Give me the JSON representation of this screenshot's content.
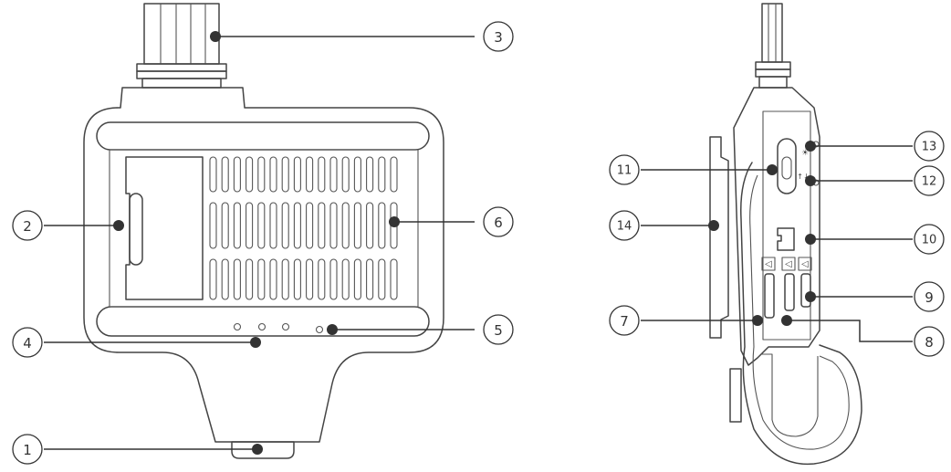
{
  "callouts": [
    {
      "id": "c1",
      "text": "1"
    },
    {
      "id": "c2",
      "text": "2"
    },
    {
      "id": "c3",
      "text": "3"
    },
    {
      "id": "c4",
      "text": "4"
    },
    {
      "id": "c5",
      "text": "5"
    },
    {
      "id": "c6",
      "text": "6"
    },
    {
      "id": "c7",
      "text": "7"
    },
    {
      "id": "c8",
      "text": "8"
    },
    {
      "id": "c9",
      "text": "9"
    },
    {
      "id": "c10",
      "text": "10"
    },
    {
      "id": "c11",
      "text": "11"
    },
    {
      "id": "c12",
      "text": "12"
    },
    {
      "id": "c13",
      "text": "13"
    },
    {
      "id": "c14",
      "text": "14"
    }
  ],
  "side_panel_symbols": {
    "top_icon": "☀",
    "mid_icon": "↑↓",
    "slot_markers": [
      "◁",
      "◁",
      "◁"
    ]
  },
  "colors": {
    "line": "#444444",
    "accent": "#333333",
    "background": "#ffffff"
  }
}
